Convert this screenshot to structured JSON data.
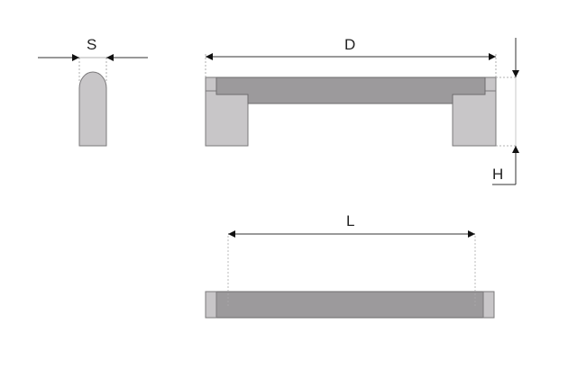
{
  "diagram": {
    "type": "technical-drawing",
    "subject": "cabinet handle dimensions",
    "colors": {
      "body_light": "#c8c6c8",
      "bar_dark": "#9c9a9c",
      "outline": "#7a787a",
      "dimension_line": "#333333",
      "extension_line": "#999999"
    },
    "dimensions": {
      "S": {
        "label": "S",
        "description": "profile width (side view)"
      },
      "D": {
        "label": "D",
        "description": "overall length (front view)"
      },
      "H": {
        "label": "H",
        "description": "overall height (front view)"
      },
      "L": {
        "label": "L",
        "description": "hole center distance (top view)"
      }
    },
    "views": [
      "side",
      "front",
      "top"
    ]
  }
}
